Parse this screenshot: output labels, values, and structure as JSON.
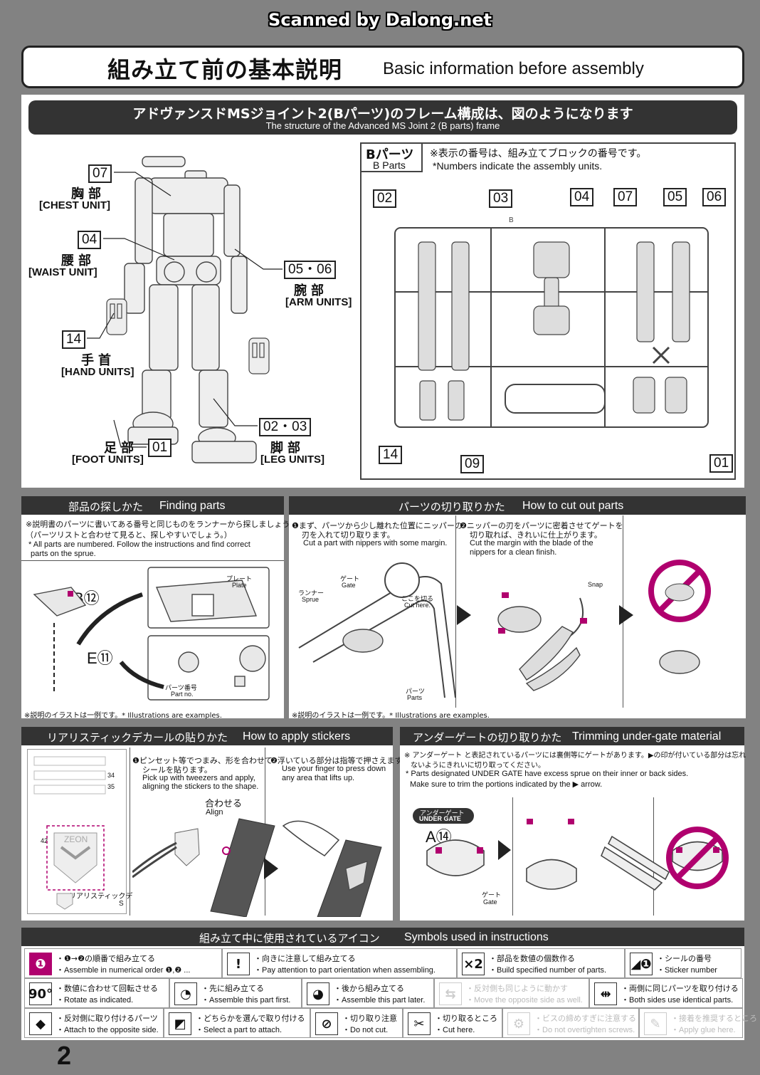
{
  "watermark": "Scanned by Dalong.net",
  "header": {
    "jp": "組み立て前の基本説明",
    "en": "Basic information before assembly"
  },
  "frame": {
    "title_jp": "アドヴァンスドMSジョイント2(Bパーツ)のフレーム構成は、図のようになります",
    "title_en": "The structure of the Advanced MS Joint 2 (B parts) frame",
    "units": [
      {
        "num": "07",
        "jp": "胸部",
        "en": "[CHEST UNIT]"
      },
      {
        "num": "04",
        "jp": "腰部",
        "en": "[WAIST UNIT]"
      },
      {
        "num": "14",
        "jp": "手首",
        "en": "[HAND UNITS]"
      },
      {
        "num": "01",
        "jp": "足部",
        "en": "[FOOT UNITS]"
      },
      {
        "num": "05・06",
        "jp": "腕部",
        "en": "[ARM UNITS]"
      },
      {
        "num": "02・03",
        "jp": "脚部",
        "en": "[LEG UNITS]"
      }
    ],
    "bparts": {
      "jp": "Bパーツ",
      "en": "B Parts",
      "note_jp": "※表示の番号は、組み立てブロックの番号です。",
      "note_en": "*Numbers indicate the assembly units.",
      "tags_top": [
        "02",
        "03",
        "04",
        "07",
        "05",
        "06"
      ],
      "tags_bottom": [
        "14",
        "09",
        "01"
      ]
    }
  },
  "finding": {
    "title_jp": "部品の探しかた",
    "title_en": "Finding parts",
    "note_jp1": "※説明書のパーツに書いてある番号と同じものをランナーから探しましょう。",
    "note_jp2": "（パーツリストと合わせて見ると、探しやすいでしょう。）",
    "note_en1": "* All parts are numbered. Follow the instructions and find correct",
    "note_en2": "parts on the sprue.",
    "b12": "B⑫",
    "e11": "E⑪",
    "plate_jp": "プレート",
    "plate_en": "Plate",
    "partno_jp": "パーツ番号",
    "partno_en": "Part no.",
    "example": "※説明のイラストは一例です。* Illustrations are examples."
  },
  "cutting": {
    "title_jp": "パーツの切り取りかた",
    "title_en": "How to cut out parts",
    "step1_jp1": "❶まず、パーツから少し離れた位置にニッパーの",
    "step1_jp2": "刃を入れて切り取ります。",
    "step1_en": "Cut a part with nippers with some margin.",
    "step2_jp1": "❷ニッパーの刃をパーツに密着させてゲートを",
    "step2_jp2": "切り取れば、きれいに仕上がります。",
    "step2_en1": "Cut the margin with the blade of the",
    "step2_en2": "nippers for a clean finish.",
    "gate_jp": "ゲート",
    "gate_en": "Gate",
    "sprue_jp": "ランナー",
    "sprue_en": "Sprue",
    "parts_jp": "パーツ",
    "parts_en": "Parts",
    "cuthere_jp": "ここを切る",
    "cuthere_en": "Cut here.",
    "snap": "Snap",
    "example": "※説明のイラストは一例です。* Illustrations are examples."
  },
  "stickers": {
    "title_jp": "リアリスティックデカールの貼りかた",
    "title_en": "How to apply stickers",
    "step1_jp1": "❶ピンセット等でつまみ、形を合わせて",
    "step1_jp2": "シールを貼ります。",
    "step1_en1": "Pick up with tweezers and apply,",
    "step1_en2": "aligning the stickers to the shape.",
    "step2_jp": "❷浮いている部分は指等で押さえます。",
    "step2_en1": "Use your finger to press down",
    "step2_en2": "any area that lifts up.",
    "align_jp": "合わせる",
    "align_en": "Align",
    "sheet_nums": [
      "34",
      "35",
      "42"
    ],
    "sheet_label": "リアリスティックデ",
    "sheet_label2": "S"
  },
  "undergate": {
    "title_jp": "アンダーゲートの切り取りかた",
    "title_en": "Trimming under-gate material",
    "note_jp1": "※ アンダーゲート と表記されているパーツには裏側等にゲートがあります。▶の印が付いている部分は忘れ",
    "note_jp2": "ないようにきれいに切り取ってください。",
    "note_en1": "* Parts designated UNDER GATE have excess sprue on their inner or back sides.",
    "note_en2": "Make sure to trim the portions indicated by the ▶ arrow.",
    "badge_jp": "アンダーゲート",
    "badge_en": "UNDER GATE",
    "a14": "A⑭",
    "gate_jp": "ゲート",
    "gate_en": "Gate"
  },
  "symbols": {
    "title_jp": "組み立て中に使用されているアイコン",
    "title_en": "Symbols used in instructions",
    "items": [
      {
        "icon": "❶",
        "jp": "・❶→❷の順番で組み立てる",
        "en": "・Assemble in numerical order ❶,❷ ...",
        "dim": false
      },
      {
        "icon": "!",
        "jp": "・向きに注意して組み立てる",
        "en": "・Pay attention to part orientation when assembling.",
        "dim": false
      },
      {
        "icon": "×2",
        "jp": "・部品を数値の個数作る",
        "en": "・Build specified number of parts.",
        "dim": false
      },
      {
        "icon": "◢❶",
        "jp": "・シールの番号",
        "en": "・Sticker number",
        "dim": false
      },
      {
        "icon": "90°",
        "jp": "・数値に合わせて回転させる",
        "en": "・Rotate as indicated.",
        "dim": false
      },
      {
        "icon": "◔",
        "jp": "・先に組み立てる",
        "en": "・Assemble this part first.",
        "dim": false
      },
      {
        "icon": "◕",
        "jp": "・後から組み立てる",
        "en": "・Assemble this part later.",
        "dim": false
      },
      {
        "icon": "⇆",
        "jp": "・反対側も同じように動かす",
        "en": "・Move the opposite side as well.",
        "dim": true
      },
      {
        "icon": "⇹",
        "jp": "・両側に同じパーツを取り付ける",
        "en": "・Both sides use identical parts.",
        "dim": false
      },
      {
        "icon": "◆",
        "jp": "・反対側に取り付けるパーツ",
        "en": "・Attach to the opposite side.",
        "dim": false
      },
      {
        "icon": "◩",
        "jp": "・どちらかを選んで取り付ける",
        "en": "・Select a part to attach.",
        "dim": false
      },
      {
        "icon": "⊘",
        "jp": "・切り取り注意",
        "en": "・Do not cut.",
        "dim": false
      },
      {
        "icon": "✂",
        "jp": "・切り取るところ",
        "en": "・Cut here.",
        "dim": false
      },
      {
        "icon": "⚙",
        "jp": "・ビスの締めすぎに注意する",
        "en": "・Do not overtighten screws.",
        "dim": true
      },
      {
        "icon": "✎",
        "jp": "・接着を推奨するところ",
        "en": "・Apply glue here.",
        "dim": true
      }
    ]
  },
  "page_number": "2",
  "colors": {
    "accent": "#b0006e",
    "dark": "#333333",
    "bg": "#828282"
  }
}
